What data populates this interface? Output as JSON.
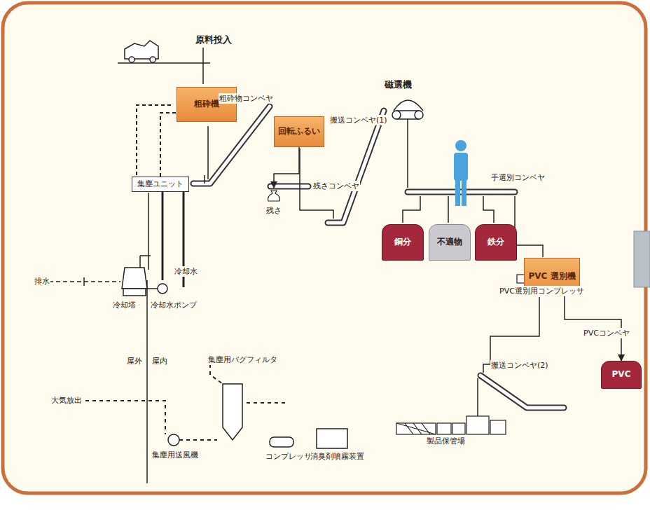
{
  "diagram": {
    "nodes": [
      {
        "text": [
          "粗砕機"
        ]
      },
      {
        "text": [
          "回転ふるい"
        ]
      },
      {
        "text": [
          "残さ"
        ]
      },
      {
        "text": [
          "銅分"
        ]
      },
      {
        "text": [
          "不適物"
        ]
      },
      {
        "text": [
          "鉄分"
        ]
      },
      {
        "text": [
          "PVC 選別機"
        ]
      },
      {
        "text": [
          "PVC"
        ]
      },
      {
        "text": [
          "集塵ユニット"
        ]
      }
    ],
    "edges": [
      {
        "from": 8,
        "to": 0,
        "arrow": "none"
      },
      {
        "from": 1,
        "to": 2,
        "arrow": "to"
      },
      {
        "from": 6,
        "to": 7,
        "arrow": "to"
      }
    ],
    "labels": [
      "原料投入",
      "粗砕物コンベヤ",
      "残さコンベヤ",
      "搬送コンベヤ(1)",
      "磁選機",
      "手選別コンベヤ",
      "PVC選別用コンプレッサ",
      "PVCコンベヤ",
      "搬送コンベヤ(2)",
      "製品保管場",
      "排水",
      "冷却塔",
      "冷却水",
      "冷却水ポンプ",
      "屋外",
      "屋内",
      "大気放出",
      "集塵用バグフィルタ",
      "集塵用送風機",
      "コンプレッサ",
      "消臭剤噴霧装置"
    ]
  }
}
